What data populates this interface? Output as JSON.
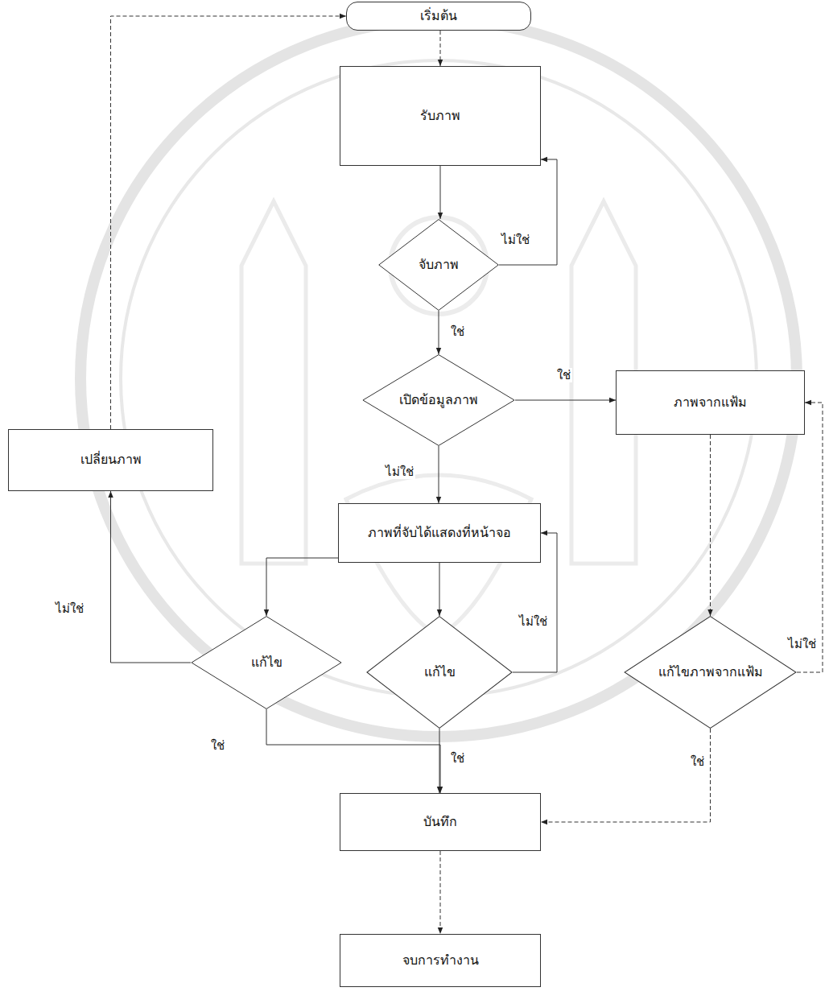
{
  "diagram": {
    "nodes": [
      {
        "text": [
          "เริ่มต้น"
        ]
      },
      {
        "text": [
          "รับภาพ"
        ]
      },
      {
        "text": [
          "จับภาพ"
        ]
      },
      {
        "text": [
          "เปิดข้อมูลภาพ"
        ]
      },
      {
        "text": [
          "ภาพจากแฟ้ม"
        ]
      },
      {
        "text": [
          "เปลี่ยนภาพ"
        ]
      },
      {
        "text": [
          "ภาพที่จับได้แสดงที่หน้าจอ"
        ]
      },
      {
        "text": [
          "แก้ไข"
        ]
      },
      {
        "text": [
          "แก้ไข"
        ]
      },
      {
        "text": [
          "แก้ไขภาพจากแฟ้ม"
        ]
      },
      {
        "text": [
          "บันทึก"
        ]
      },
      {
        "text": [
          "จบการทำงาน"
        ]
      }
    ],
    "edges": [
      {
        "from": 0,
        "to": 1,
        "arrow": "to"
      },
      {
        "from": 1,
        "to": 2,
        "arrow": "to"
      },
      {
        "from": 2,
        "to": 1,
        "label": "ไม่ใช่",
        "arrow": "to"
      },
      {
        "from": 2,
        "to": 3,
        "label": "ใช่",
        "arrow": "to"
      },
      {
        "from": 3,
        "to": 4,
        "label": "ใช่",
        "arrow": "to"
      },
      {
        "from": 3,
        "to": 6,
        "label": "ไม่ใช่",
        "arrow": "to"
      },
      {
        "from": 6,
        "to": 7,
        "arrow": "to"
      },
      {
        "from": 6,
        "to": 8,
        "arrow": "to"
      },
      {
        "from": 8,
        "to": 6,
        "label": "ไม่ใช่",
        "arrow": "to"
      },
      {
        "from": 7,
        "to": 5,
        "label": "ไม่ใช่",
        "arrow": "to"
      },
      {
        "from": 7,
        "to": 10,
        "label": "ใช่",
        "arrow": "to"
      },
      {
        "from": 8,
        "to": 10,
        "label": "ใช่",
        "arrow": "to"
      },
      {
        "from": 5,
        "to": 0,
        "arrow": "to"
      },
      {
        "from": 4,
        "to": 9,
        "arrow": "to"
      },
      {
        "from": 9,
        "to": 4,
        "label": "ไม่ใช่",
        "arrow": "to"
      },
      {
        "from": 9,
        "to": 10,
        "label": "ใช่",
        "arrow": "to"
      },
      {
        "from": 10,
        "to": 11,
        "arrow": "to"
      }
    ]
  }
}
